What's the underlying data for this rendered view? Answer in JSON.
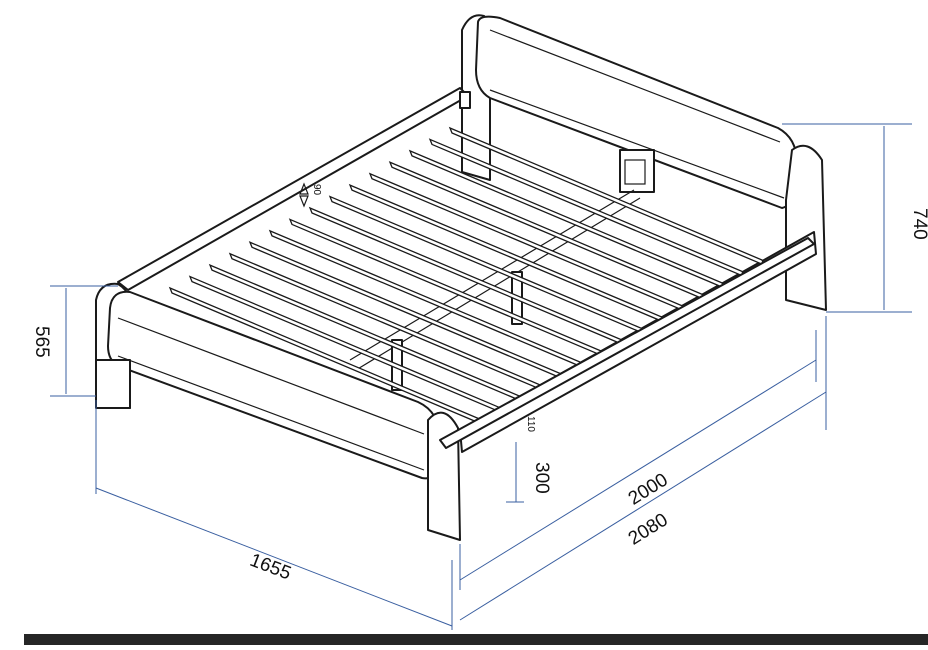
{
  "colors": {
    "line": "#1a1a1a",
    "dimension": "#3a5fa0",
    "bar": "#262626"
  },
  "dimensions": {
    "width": "1655",
    "inner_length": "2000",
    "total_length": "2080",
    "headboard_height": "740",
    "footboard_height": "565",
    "under_clearance": "300",
    "frame_depth": "110",
    "slat_spacing": "90"
  }
}
